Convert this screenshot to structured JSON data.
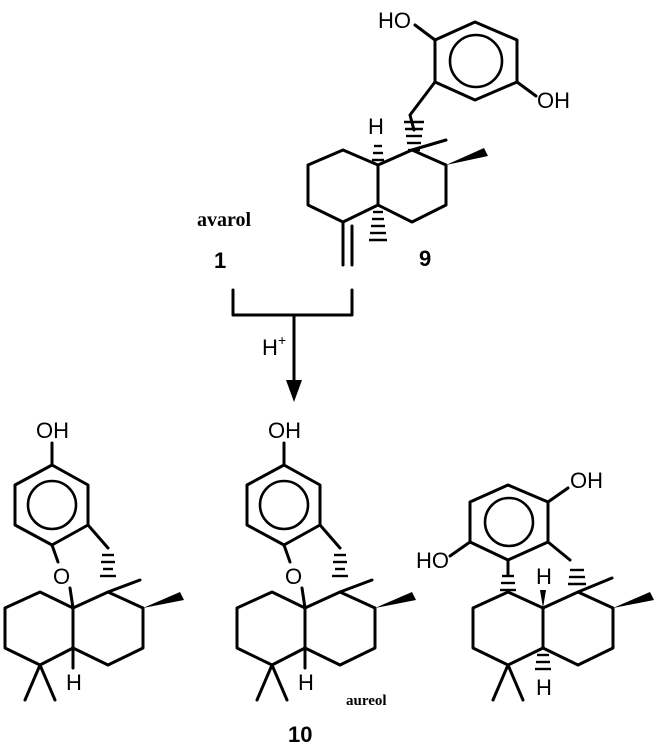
{
  "reaction": {
    "starting_material": {
      "compound_number": "9",
      "name_label": "avarol",
      "name_number": "1",
      "atoms": {
        "oh_top": "HO",
        "oh_right": "OH",
        "h_ringfusion": "H"
      }
    },
    "reagent": {
      "symbol": "H",
      "charge": "+"
    },
    "products": [
      {
        "id": "left",
        "atoms": {
          "oh": "OH",
          "o": "O",
          "h": "H"
        }
      },
      {
        "id": "middle",
        "compound_number": "10",
        "name_label": "aureol",
        "atoms": {
          "oh": "OH",
          "o": "O",
          "h": "H"
        }
      },
      {
        "id": "right",
        "atoms": {
          "oh_top": "OH",
          "oh_left": "HO",
          "h_top": "H",
          "h_bottom": "H"
        }
      }
    ]
  }
}
